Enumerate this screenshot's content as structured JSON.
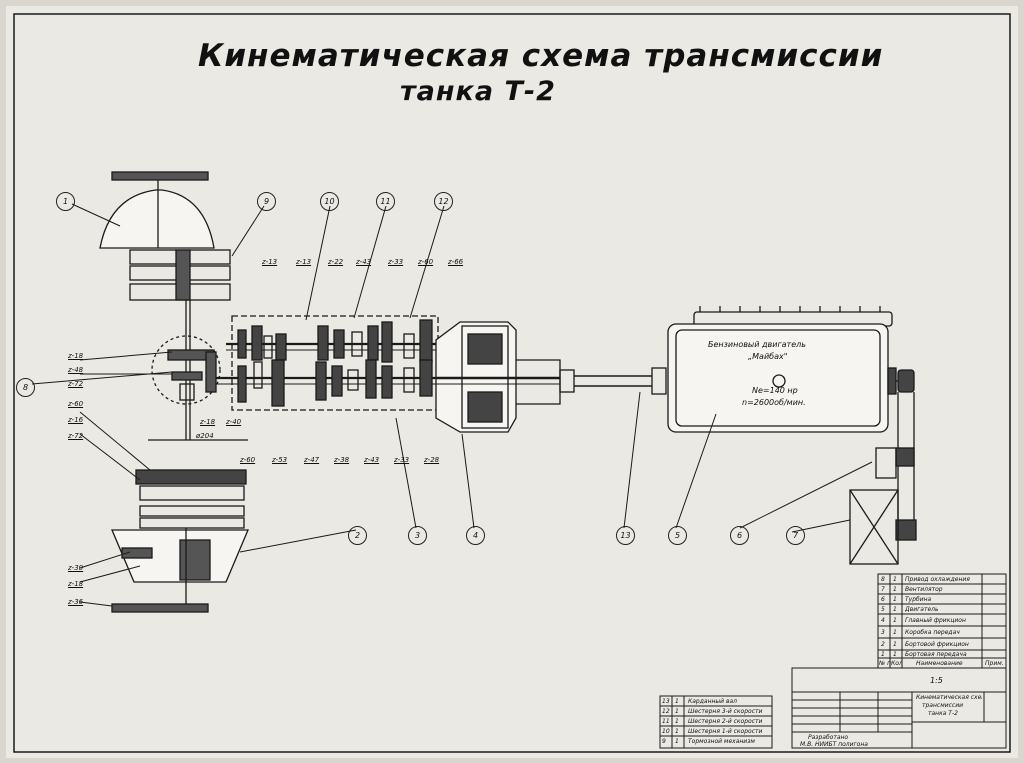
{
  "title": {
    "line1": "Кинематическая схема трансмиссии",
    "line2": "танка Т-2"
  },
  "engine": {
    "name_line1": "Бензиновый двигатель",
    "name_line2": "„Майбах\"",
    "power": "Nе=140 нр",
    "rpm": "n=2600об/мин."
  },
  "gear_labels_top": [
    "z-13",
    "z-13",
    "z-22",
    "z-43",
    "z-33",
    "z-60",
    "z-66"
  ],
  "gear_labels_bottom": [
    "z-60",
    "z-53",
    "z-47",
    "z-38",
    "z-43",
    "z-33",
    "z-28"
  ],
  "gear_labels_left": [
    "z-18",
    "z-48",
    "z-72",
    "z-60",
    "z-16",
    "z-72"
  ],
  "gear_labels_mid": [
    "z-18",
    "z-40"
  ],
  "gear_labels_bottom_left": [
    "z-30",
    "z-18",
    "z-36"
  ],
  "dimension": "ø204",
  "callouts": {
    "top": [
      "10",
      "11",
      "12"
    ],
    "bottom": [
      "2",
      "3",
      "4",
      "13",
      "5",
      "6",
      "7"
    ],
    "left": [
      "1",
      "8",
      "9"
    ]
  },
  "parts_list": [
    {
      "pos": "8",
      "qty": "1",
      "name": "Привод охлаждения"
    },
    {
      "pos": "7",
      "qty": "1",
      "name": "Вентилятор"
    },
    {
      "pos": "6",
      "qty": "1",
      "name": "Турбина"
    },
    {
      "pos": "5",
      "qty": "1",
      "name": "Двигатель"
    },
    {
      "pos": "4",
      "qty": "1",
      "name": "Главный фрикцион"
    },
    {
      "pos": "3",
      "qty": "1",
      "name": "Коробка передач"
    },
    {
      "pos": "2",
      "qty": "1",
      "name": "Бортовой фрикцион"
    },
    {
      "pos": "1",
      "qty": "1",
      "name": "Бортовая передача"
    }
  ],
  "parts_list_lower": [
    {
      "pos": "13",
      "qty": "1",
      "name": "Карданный вал"
    },
    {
      "pos": "12",
      "qty": "1",
      "name": "Шестерня 3-й скорости"
    },
    {
      "pos": "11",
      "qty": "1",
      "name": "Шестерня 2-й скорости"
    },
    {
      "pos": "10",
      "qty": "1",
      "name": "Шестерня 1-й скорости"
    },
    {
      "pos": "9",
      "qty": "1",
      "name": "Тормозной механизм"
    }
  ],
  "parts_header": {
    "num": "№ п/п",
    "qty": "Кол",
    "name": "Наименование",
    "note": "Прим."
  },
  "scale": "1:5",
  "stamp": {
    "title_line1": "Кинематическая схема",
    "title_line2": "трансмиссии",
    "title_line3": "танка Т-2",
    "developed_line1": "Разработано",
    "developed_line2": "М.В. НИИБТ полигона"
  }
}
